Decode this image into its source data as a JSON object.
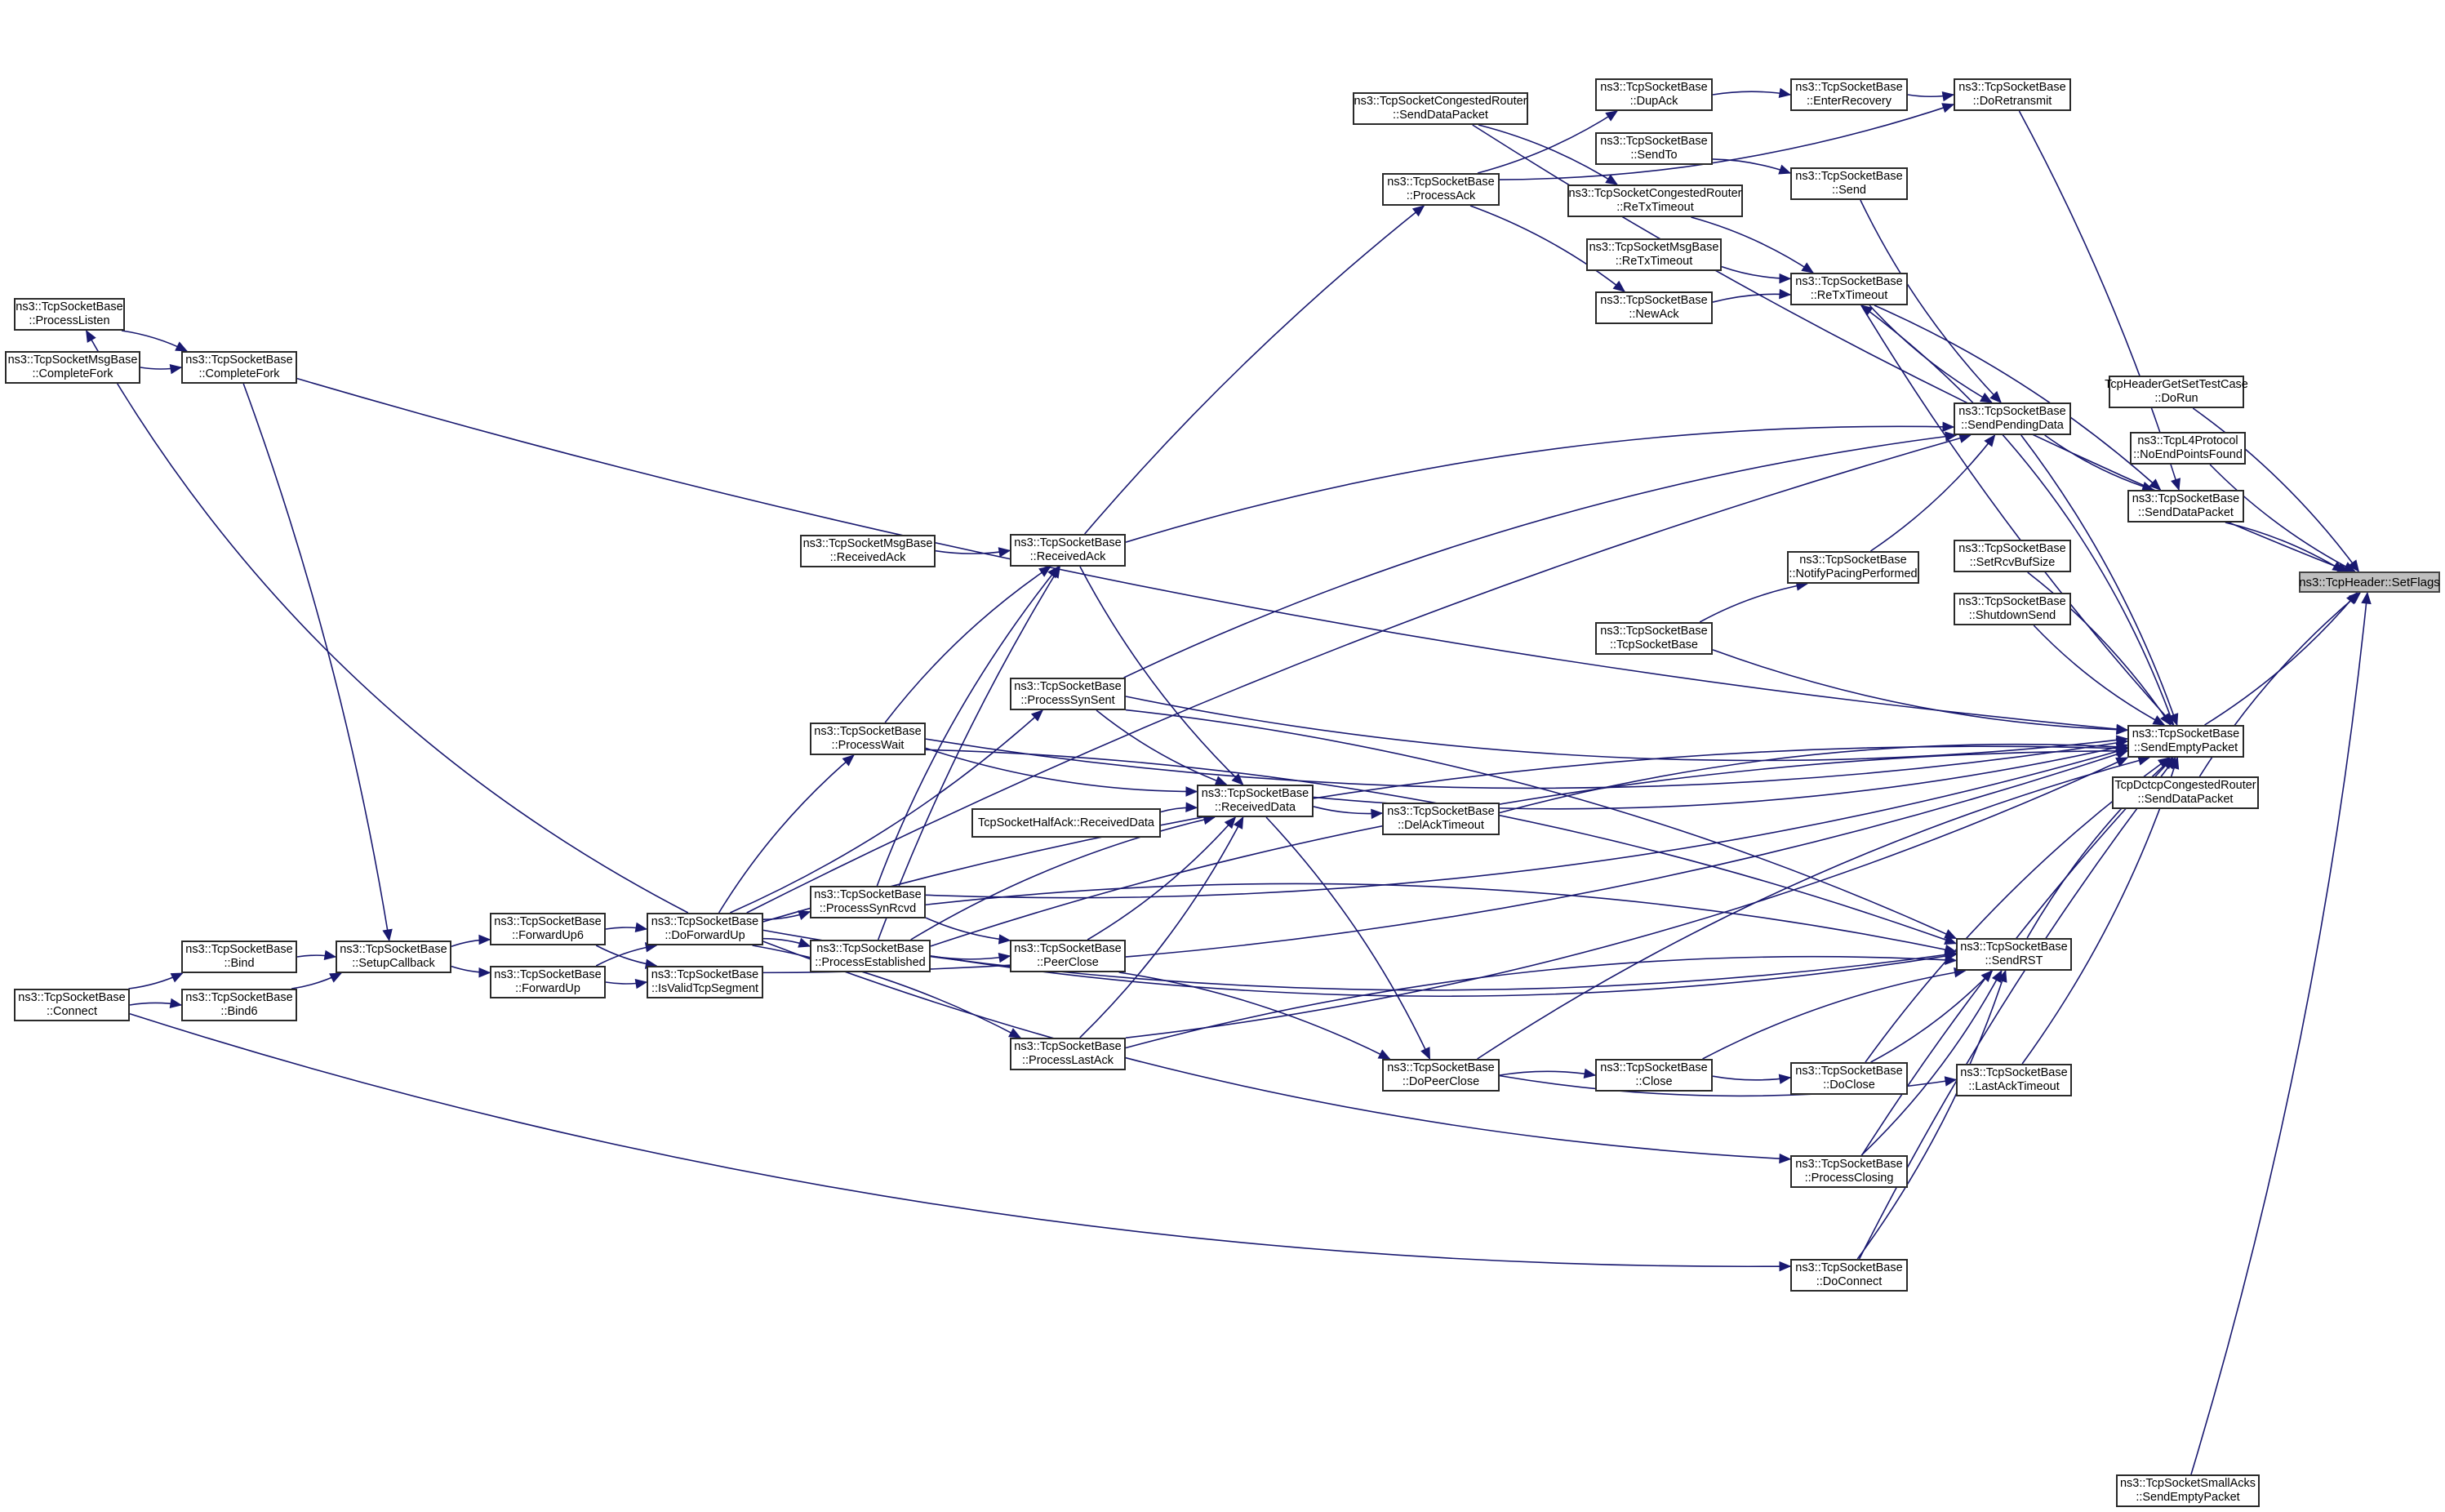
{
  "title": "ns3::TcpHeader::SetFlags caller graph",
  "colors": {
    "edge": "#191970",
    "root_fill": "#bfbfbf",
    "node_border": "#2a2a2a"
  },
  "root": "setflags",
  "nodes": [
    {
      "id": "processlisten",
      "l1": "ns3::TcpSocketBase",
      "l2": "::ProcessListen"
    },
    {
      "id": "msg_completefork",
      "l1": "ns3::TcpSocketMsgBase",
      "l2": "::CompleteFork"
    },
    {
      "id": "completefork",
      "l1": "ns3::TcpSocketBase",
      "l2": "::CompleteFork"
    },
    {
      "id": "bind",
      "l1": "ns3::TcpSocketBase",
      "l2": "::Bind"
    },
    {
      "id": "bind6",
      "l1": "ns3::TcpSocketBase",
      "l2": "::Bind6"
    },
    {
      "id": "connect",
      "l1": "ns3::TcpSocketBase",
      "l2": "::Connect"
    },
    {
      "id": "setupcallback",
      "l1": "ns3::TcpSocketBase",
      "l2": "::SetupCallback"
    },
    {
      "id": "forwardup6",
      "l1": "ns3::TcpSocketBase",
      "l2": "::ForwardUp6"
    },
    {
      "id": "forwardup",
      "l1": "ns3::TcpSocketBase",
      "l2": "::ForwardUp"
    },
    {
      "id": "doforwardup",
      "l1": "ns3::TcpSocketBase",
      "l2": "::DoForwardUp"
    },
    {
      "id": "isvalidtcpsegment",
      "l1": "ns3::TcpSocketBase",
      "l2": "::IsValidTcpSegment"
    },
    {
      "id": "processwait",
      "l1": "ns3::TcpSocketBase",
      "l2": "::ProcessWait"
    },
    {
      "id": "processsynrcvd",
      "l1": "ns3::TcpSocketBase",
      "l2": "::ProcessSynRcvd"
    },
    {
      "id": "processestablished",
      "l1": "ns3::TcpSocketBase",
      "l2": "::ProcessEstablished"
    },
    {
      "id": "msg_receivedack",
      "l1": "ns3::TcpSocketMsgBase",
      "l2": "::ReceivedAck"
    },
    {
      "id": "receivedack",
      "l1": "ns3::TcpSocketBase",
      "l2": "::ReceivedAck"
    },
    {
      "id": "processsynsent",
      "l1": "ns3::TcpSocketBase",
      "l2": "::ProcessSynSent"
    },
    {
      "id": "peerclose",
      "l1": "ns3::TcpSocketBase",
      "l2": "::PeerClose"
    },
    {
      "id": "processlastack",
      "l1": "ns3::TcpSocketBase",
      "l2": "::ProcessLastAck"
    },
    {
      "id": "halfack_receiveddata",
      "l1": "TcpSocketHalfAck::ReceivedData",
      "l2": ""
    },
    {
      "id": "receiveddata",
      "l1": "ns3::TcpSocketBase",
      "l2": "::ReceivedData"
    },
    {
      "id": "processack",
      "l1": "ns3::TcpSocketBase",
      "l2": "::ProcessAck"
    },
    {
      "id": "cr_senddatapacket",
      "l1": "ns3::TcpSocketCongestedRouter",
      "l2": "::SendDataPacket"
    },
    {
      "id": "delacktimeout",
      "l1": "ns3::TcpSocketBase",
      "l2": "::DelAckTimeout"
    },
    {
      "id": "dopeerclose",
      "l1": "ns3::TcpSocketBase",
      "l2": "::DoPeerClose"
    },
    {
      "id": "dupack",
      "l1": "ns3::TcpSocketBase",
      "l2": "::DupAck"
    },
    {
      "id": "sendto",
      "l1": "ns3::TcpSocketBase",
      "l2": "::SendTo"
    },
    {
      "id": "cr_retxtimeout",
      "l1": "ns3::TcpSocketCongestedRouter",
      "l2": "::ReTxTimeout"
    },
    {
      "id": "msg_retxtimeout",
      "l1": "ns3::TcpSocketMsgBase",
      "l2": "::ReTxTimeout"
    },
    {
      "id": "newack",
      "l1": "ns3::TcpSocketBase",
      "l2": "::NewAck"
    },
    {
      "id": "close",
      "l1": "ns3::TcpSocketBase",
      "l2": "::Close"
    },
    {
      "id": "tcpsocketbase",
      "l1": "ns3::TcpSocketBase",
      "l2": "::TcpSocketBase"
    },
    {
      "id": "enterrecovery",
      "l1": "ns3::TcpSocketBase",
      "l2": "::EnterRecovery"
    },
    {
      "id": "send",
      "l1": "ns3::TcpSocketBase",
      "l2": "::Send"
    },
    {
      "id": "retxtimeout",
      "l1": "ns3::TcpSocketBase",
      "l2": "::ReTxTimeout"
    },
    {
      "id": "notifypacingperformed",
      "l1": "ns3::TcpSocketBase",
      "l2": "::NotifyPacingPerformed"
    },
    {
      "id": "doclose",
      "l1": "ns3::TcpSocketBase",
      "l2": "::DoClose"
    },
    {
      "id": "processclosing",
      "l1": "ns3::TcpSocketBase",
      "l2": "::ProcessClosing"
    },
    {
      "id": "doconnect",
      "l1": "ns3::TcpSocketBase",
      "l2": "::DoConnect"
    },
    {
      "id": "doretransmit",
      "l1": "ns3::TcpSocketBase",
      "l2": "::DoRetransmit"
    },
    {
      "id": "sendpendingdata",
      "l1": "ns3::TcpSocketBase",
      "l2": "::SendPendingData"
    },
    {
      "id": "setrcvbufsize",
      "l1": "ns3::TcpSocketBase",
      "l2": "::SetRcvBufSize"
    },
    {
      "id": "shutdownsend",
      "l1": "ns3::TcpSocketBase",
      "l2": "::ShutdownSend"
    },
    {
      "id": "sendrst",
      "l1": "ns3::TcpSocketBase",
      "l2": "::SendRST"
    },
    {
      "id": "lastacktimeout",
      "l1": "ns3::TcpSocketBase",
      "l2": "::LastAckTimeout"
    },
    {
      "id": "testcase_dorun",
      "l1": "TcpHeaderGetSetTestCase",
      "l2": "::DoRun"
    },
    {
      "id": "noendpointsfound",
      "l1": "ns3::TcpL4Protocol",
      "l2": "::NoEndPointsFound"
    },
    {
      "id": "senddatapacket",
      "l1": "ns3::TcpSocketBase",
      "l2": "::SendDataPacket"
    },
    {
      "id": "sendemptypacket",
      "l1": "ns3::TcpSocketBase",
      "l2": "::SendEmptyPacket"
    },
    {
      "id": "dctcp_senddatapacket",
      "l1": "TcpDctcpCongestedRouter",
      "l2": "::SendDataPacket"
    },
    {
      "id": "smallacks_sendemptypacket",
      "l1": "ns3::TcpSocketSmallAcks",
      "l2": "::SendEmptyPacket"
    },
    {
      "id": "setflags",
      "l1": "ns3::TcpHeader::SetFlags",
      "l2": ""
    }
  ],
  "edges": [
    [
      "processlisten",
      "completefork"
    ],
    [
      "msg_completefork",
      "completefork"
    ],
    [
      "completefork",
      "setupcallback"
    ],
    [
      "completefork",
      "sendemptypacket"
    ],
    [
      "doforwardup",
      "processlisten"
    ],
    [
      "connect",
      "bind"
    ],
    [
      "connect",
      "bind6"
    ],
    [
      "connect",
      "doconnect"
    ],
    [
      "bind",
      "setupcallback"
    ],
    [
      "bind6",
      "setupcallback"
    ],
    [
      "setupcallback",
      "forwardup6"
    ],
    [
      "setupcallback",
      "forwardup"
    ],
    [
      "forwardup6",
      "doforwardup"
    ],
    [
      "forwardup6",
      "isvalidtcpsegment"
    ],
    [
      "forwardup",
      "doforwardup"
    ],
    [
      "forwardup",
      "isvalidtcpsegment"
    ],
    [
      "doforwardup",
      "processwait"
    ],
    [
      "doforwardup",
      "processsynrcvd"
    ],
    [
      "doforwardup",
      "processestablished"
    ],
    [
      "doforwardup",
      "processsynsent"
    ],
    [
      "doforwardup",
      "processlastack"
    ],
    [
      "doforwardup",
      "processclosing"
    ],
    [
      "doforwardup",
      "sendpendingdata"
    ],
    [
      "doforwardup",
      "sendrst"
    ],
    [
      "doforwardup",
      "sendemptypacket"
    ],
    [
      "isvalidtcpsegment",
      "sendemptypacket"
    ],
    [
      "processwait",
      "receivedack"
    ],
    [
      "processwait",
      "receiveddata"
    ],
    [
      "processwait",
      "sendrst"
    ],
    [
      "processwait",
      "sendemptypacket"
    ],
    [
      "processsynrcvd",
      "receivedack"
    ],
    [
      "processsynrcvd",
      "peerclose"
    ],
    [
      "processsynrcvd",
      "sendrst"
    ],
    [
      "processsynrcvd",
      "sendemptypacket"
    ],
    [
      "processestablished",
      "receivedack"
    ],
    [
      "processestablished",
      "peerclose"
    ],
    [
      "processestablished",
      "receiveddata"
    ],
    [
      "processestablished",
      "sendrst"
    ],
    [
      "processestablished",
      "sendemptypacket"
    ],
    [
      "msg_receivedack",
      "receivedack"
    ],
    [
      "receivedack",
      "processack"
    ],
    [
      "receivedack",
      "receiveddata"
    ],
    [
      "receivedack",
      "sendpendingdata"
    ],
    [
      "processsynsent",
      "receiveddata"
    ],
    [
      "processsynsent",
      "sendpendingdata"
    ],
    [
      "processsynsent",
      "sendemptypacket"
    ],
    [
      "processsynsent",
      "sendrst"
    ],
    [
      "peerclose",
      "receiveddata"
    ],
    [
      "peerclose",
      "dopeerclose"
    ],
    [
      "processlastack",
      "receiveddata"
    ],
    [
      "processlastack",
      "sendrst"
    ],
    [
      "processlastack",
      "sendemptypacket"
    ],
    [
      "halfack_receiveddata",
      "receiveddata"
    ],
    [
      "receiveddata",
      "delacktimeout"
    ],
    [
      "receiveddata",
      "dopeerclose"
    ],
    [
      "receiveddata",
      "sendemptypacket"
    ],
    [
      "delacktimeout",
      "sendemptypacket"
    ],
    [
      "processack",
      "dupack"
    ],
    [
      "processack",
      "newack"
    ],
    [
      "processack",
      "doretransmit"
    ],
    [
      "cr_senddatapacket",
      "cr_retxtimeout"
    ],
    [
      "cr_senddatapacket",
      "setflags"
    ],
    [
      "dupack",
      "enterrecovery"
    ],
    [
      "enterrecovery",
      "doretransmit"
    ],
    [
      "sendto",
      "send"
    ],
    [
      "send",
      "sendpendingdata"
    ],
    [
      "cr_retxtimeout",
      "retxtimeout"
    ],
    [
      "msg_retxtimeout",
      "retxtimeout"
    ],
    [
      "newack",
      "retxtimeout"
    ],
    [
      "retxtimeout",
      "sendpendingdata"
    ],
    [
      "retxtimeout",
      "senddatapacket"
    ],
    [
      "retxtimeout",
      "sendemptypacket"
    ],
    [
      "doretransmit",
      "senddatapacket"
    ],
    [
      "sendpendingdata",
      "senddatapacket"
    ],
    [
      "sendpendingdata",
      "sendemptypacket"
    ],
    [
      "notifypacingperformed",
      "sendpendingdata"
    ],
    [
      "tcpsocketbase",
      "notifypacingperformed"
    ],
    [
      "tcpsocketbase",
      "sendemptypacket"
    ],
    [
      "dopeerclose",
      "close"
    ],
    [
      "dopeerclose",
      "lastacktimeout"
    ],
    [
      "dopeerclose",
      "sendemptypacket"
    ],
    [
      "close",
      "doclose"
    ],
    [
      "close",
      "sendrst"
    ],
    [
      "doclose",
      "sendrst"
    ],
    [
      "doclose",
      "sendemptypacket"
    ],
    [
      "processclosing",
      "sendrst"
    ],
    [
      "processclosing",
      "sendemptypacket"
    ],
    [
      "doconnect",
      "sendrst"
    ],
    [
      "doconnect",
      "sendemptypacket"
    ],
    [
      "lastacktimeout",
      "sendemptypacket"
    ],
    [
      "setrcvbufsize",
      "sendemptypacket"
    ],
    [
      "shutdownsend",
      "sendemptypacket"
    ],
    [
      "sendrst",
      "sendemptypacket"
    ],
    [
      "sendemptypacket",
      "retxtimeout"
    ],
    [
      "testcase_dorun",
      "setflags"
    ],
    [
      "noendpointsfound",
      "setflags"
    ],
    [
      "senddatapacket",
      "setflags"
    ],
    [
      "sendemptypacket",
      "setflags"
    ],
    [
      "dctcp_senddatapacket",
      "setflags"
    ],
    [
      "smallacks_sendemptypacket",
      "setflags"
    ]
  ]
}
